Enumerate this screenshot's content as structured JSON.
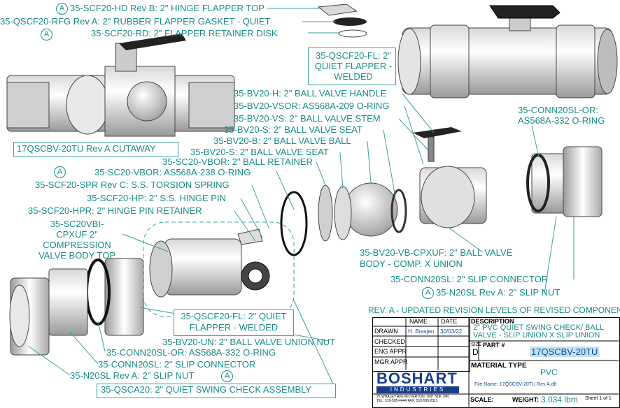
{
  "revision_markers": {
    "a": "A"
  },
  "labels": {
    "hinge_flapper_top": "35-SCF20-HD Rev B: 2\" HINGE FLAPPER TOP",
    "rubber_gasket": "35-QSCF20-RFG Rev A: 2\" RUBBER FLAPPER GASKET - QUIET",
    "retainer_disk": "35-SCF20-RD: 2\" FLAPPER RETAINER DISK",
    "quiet_flapper_welded_top": "35-QSCF20-FL: 2\" QUIET FLAPPER - WELDED",
    "cutaway": "17QSCBV-20TU Rev A CUTAWAY",
    "ball_valve_handle": "35-BV20-H: 2\" BALL VALVE HANDLE",
    "stem_oring": "35-BV20-VSOR: AS568A-209 O-RING",
    "stem": "35-BV20-VS: 2\" BALL VALVE STEM",
    "seat_1": "35-BV20-S: 2\" BALL VALVE SEAT",
    "ball": "35-BV20-B: 2\" BALL VALVE BALL",
    "seat_2": "35-BV20-S: 2\" BALL VALVE SEAT",
    "ball_retainer": "35-SC20-VBOR: 2\" BALL RETAINER",
    "body_oring": "35-SC20-VBOR: AS568A-238 O-RING",
    "torsion_spring": "35-SCF20-SPR Rev C: S.S. TORSION SPRING",
    "hinge_pin": "35-SCF20-HP: 2\" S.S. HINGE PIN",
    "hinge_pin_retainer": "35-SCF20-HPR: 2\" HINGE PIN RETAINER",
    "compression_body": "35-SC20VBI-CPXUF 2\" COMPRESSION VALVE BODY TOP",
    "conn_oring_right": "35-CONN20SL-OR: AS568A-332 O-RING",
    "ball_valve_body": "35-BV20-VB-CPXUF: 2\" BALL VALVE BODY - COMP. X UNION",
    "slip_connector_right": "35-CONN20SL: 2\" SLIP CONNECTOR",
    "slip_nut_right": "35-N20SL Rev A: 2\" SLIP NUT",
    "quiet_flapper_welded_mid": "35-QSCF20-FL: 2\" QUIET FLAPPER - WELDED",
    "union_nut": "35-BV20-UN: 2\" BALL VALVE UNION NUT",
    "conn_oring_left": "35-CONN20SL-OR: AS568A-332 O-RING",
    "slip_connector_left": "35-CONN20SL: 2\" SLIP CONNECTOR",
    "slip_nut_left": "35-N20SL Rev A: 2\" SLIP NUT",
    "assembly": "35-QSCA20: 2\" QUIET SWING CHECK ASSEMBLY"
  },
  "title_block": {
    "revision_note": "REV. A - UPDATED REVISION LEVELS OF REVISED COMPONENTS",
    "col_name": "NAME",
    "col_date": "DATE",
    "rows": [
      {
        "role": "DRAWN",
        "name": "H. Brasjen",
        "date": "30/03/22"
      },
      {
        "role": "CHECKED",
        "name": "",
        "date": ""
      },
      {
        "role": "ENG APPR",
        "name": "",
        "date": ""
      },
      {
        "role": "MGR APPR",
        "name": "",
        "date": ""
      }
    ],
    "description_label": "DESCRIPTION",
    "description": "2\" PVC QUIET SWING CHECK/ BALL VALVE - SLIP UNION X SLIP UNION",
    "size_label": "SIZE",
    "size": "D",
    "part_label": "PART #",
    "part_number": "17QSCBV-20TU",
    "material_label": "MATERIAL TYPE",
    "material": "PVC",
    "logo_top": "BOSHART",
    "logo_bottom": "INDUSTRIES",
    "address_1": "25 WHALEY AVE MILVERTON, ONT N0K 1M0",
    "address_2": "TEL: 519-595-4444  FAX: 519-595-2311",
    "file_name": "File Name: 17QSCBV-20TU Rev A.dft",
    "scale_label": "SCALE:",
    "weight_label": "WEIGHT:",
    "weight": "3.034 lbm",
    "sheet": "Sheet 1 of 1"
  },
  "colors": {
    "label": "#1a8a8a",
    "highlight": "#bfe3ef",
    "value": "#1a4aa0"
  }
}
